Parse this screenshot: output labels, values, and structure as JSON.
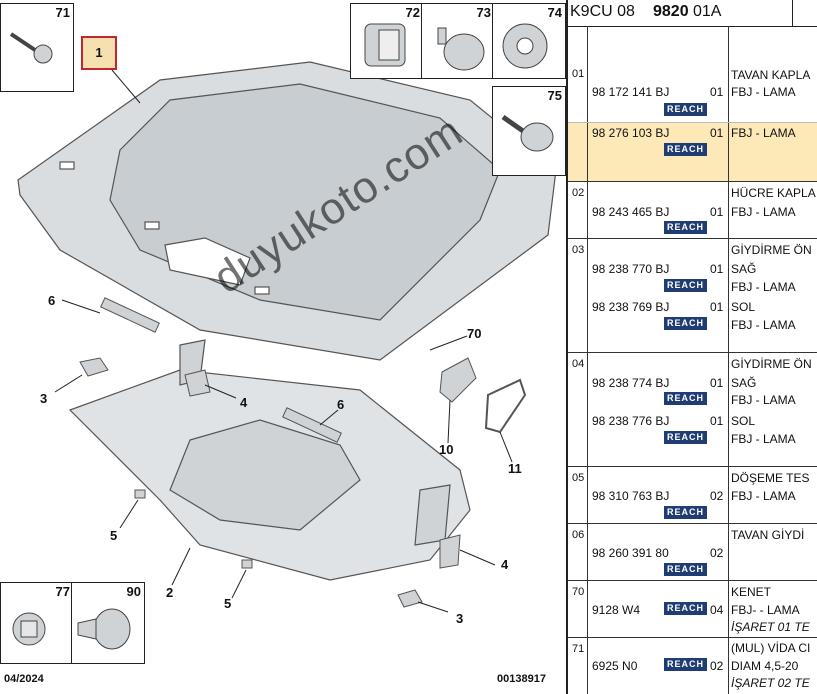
{
  "header": {
    "ref_prefix": "K9CU 08 ",
    "ref_bold": "9820",
    "ref_suffix": " 01A"
  },
  "diagram": {
    "callouts": [
      "1",
      "2",
      "3",
      "3",
      "4",
      "4",
      "5",
      "5",
      "6",
      "6",
      "10",
      "11",
      "70"
    ],
    "boxes": [
      "71",
      "72",
      "73",
      "74",
      "75",
      "77",
      "90"
    ],
    "footer_date": "04/2024",
    "footer_code": "00138917",
    "watermark": "duyukoto.com"
  },
  "badge": "REACH",
  "groups": [
    {
      "num": "01",
      "title": "TAVAN KAPLA",
      "rows": [
        {
          "ref": "98 172 141 BJ",
          "qty": "01",
          "desc": "FBJ - LAMA",
          "reach": true
        },
        {
          "ref": "98 276 103 BJ",
          "qty": "01",
          "desc": "FBJ - LAMA",
          "reach": true,
          "highlight": true
        }
      ]
    },
    {
      "num": "02",
      "title": "HÜCRE KAPLA",
      "rows": [
        {
          "ref": "98 243 465 BJ",
          "qty": "01",
          "desc": "FBJ - LAMA",
          "reach": true
        }
      ]
    },
    {
      "num": "03",
      "title": "GİYDİRME ÖN",
      "rows": [
        {
          "ref": "98 238 770 BJ",
          "qty": "01",
          "side": "SAĞ",
          "desc": "FBJ - LAMA",
          "reach": true
        },
        {
          "ref": "98 238 769 BJ",
          "qty": "01",
          "side": "SOL",
          "desc": "FBJ - LAMA",
          "reach": true
        }
      ]
    },
    {
      "num": "04",
      "title": "GİYDİRME ÖN",
      "rows": [
        {
          "ref": "98 238 774 BJ",
          "qty": "01",
          "side": "SAĞ",
          "desc": "FBJ - LAMA",
          "reach": true
        },
        {
          "ref": "98 238 776 BJ",
          "qty": "01",
          "side": "SOL",
          "desc": "FBJ - LAMA",
          "reach": true
        }
      ]
    },
    {
      "num": "05",
      "title": "DÖŞEME TES",
      "rows": [
        {
          "ref": "98 310 763 BJ",
          "qty": "02",
          "desc": "FBJ - LAMA",
          "reach": true
        }
      ]
    },
    {
      "num": "06",
      "title": "TAVAN GİYDİ",
      "rows": [
        {
          "ref": "98 260 391 80",
          "qty": "02",
          "desc": "",
          "reach": true
        }
      ]
    },
    {
      "num": "70",
      "title": "KENET",
      "rows": [
        {
          "ref": "9128 W4",
          "qty": "04",
          "desc": "FBJ- - LAMA",
          "note": "İŞARET 01 TE",
          "reach": true
        }
      ]
    },
    {
      "num": "71",
      "title": "(MUL) VİDA CI",
      "rows": [
        {
          "ref": "6925 N0",
          "qty": "02",
          "desc": "DIAM 4,5-20",
          "note": "İŞARET 02 TE",
          "reach": true
        }
      ]
    }
  ]
}
